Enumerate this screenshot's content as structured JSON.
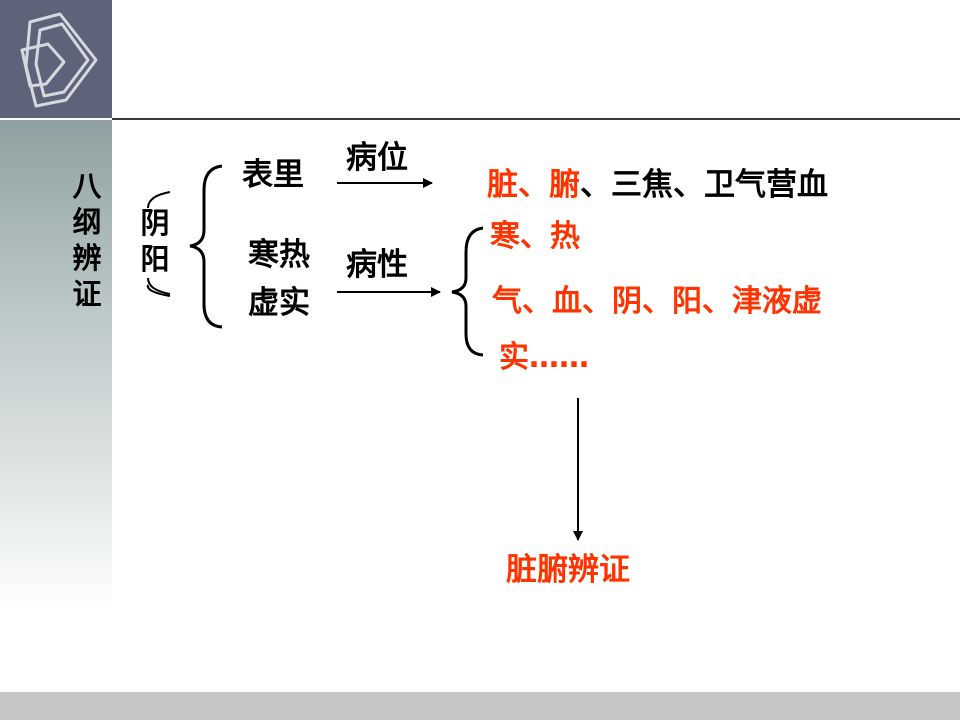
{
  "left_label": [
    "八",
    "纲",
    "辨",
    "证"
  ],
  "paren_label": [
    "阴",
    "阳"
  ],
  "branch_top": "表里",
  "branch_bottom": [
    "寒热",
    "虚实"
  ],
  "arrow_top_label": "病位",
  "arrow_bottom_label": "病性",
  "result_top": {
    "red_part": "脏、腑",
    "black_part": "、三焦、卫气营血"
  },
  "result_cold_heat": "寒、热",
  "result_qi_line": "气、血、阴、阳、津液虚",
  "result_qi_cont": "实……",
  "bottom_result": "脏腑辨证",
  "colors": {
    "red": "#ff3300",
    "black": "#000000",
    "logo_bg": "#5d6378"
  },
  "icons": {
    "logo": "stacked-pages-logo-icon"
  }
}
